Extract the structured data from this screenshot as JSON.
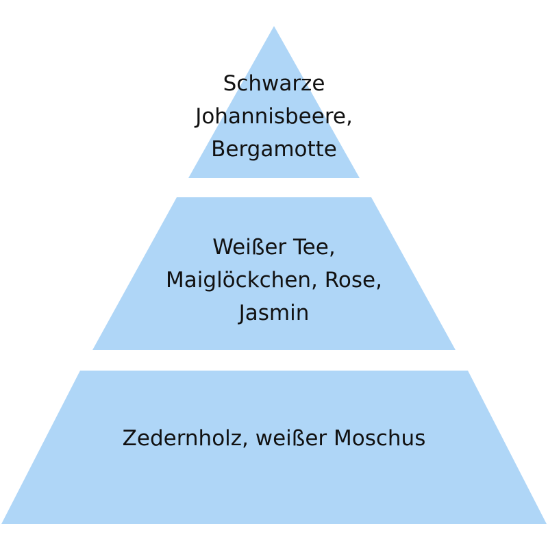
{
  "pyramid": {
    "fill_color": "#afd6f7",
    "text_color": "#111111",
    "tiers": [
      {
        "name": "top",
        "lines": [
          "Schwarze",
          "Johannisbeere,",
          "Bergamotte"
        ]
      },
      {
        "name": "middle",
        "lines": [
          "Weißer Tee,",
          "Maiglöckchen, Rose,",
          "Jasmin"
        ]
      },
      {
        "name": "bottom",
        "lines": [
          "Zedernholz, weißer Moschus"
        ]
      }
    ]
  }
}
